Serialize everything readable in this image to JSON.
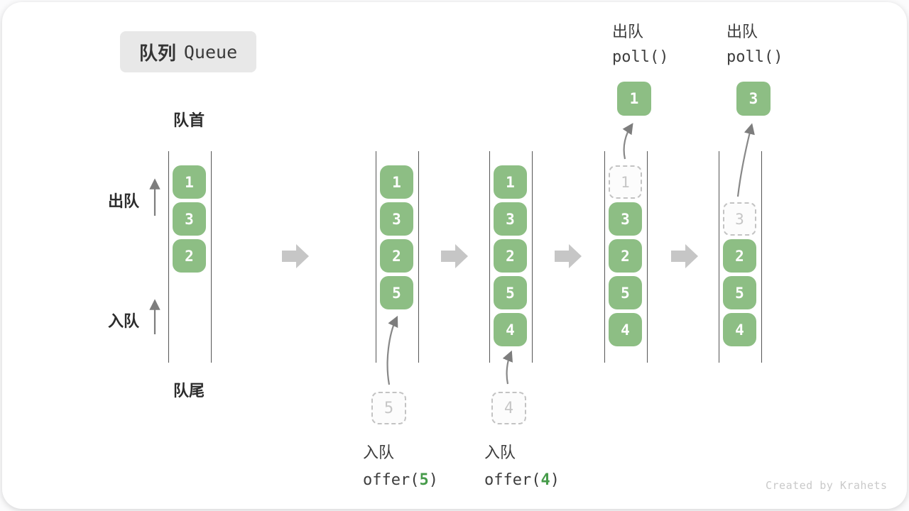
{
  "title": {
    "zh": "队列",
    "en": "Queue"
  },
  "labels": {
    "queue_head": "队首",
    "queue_tail": "队尾",
    "dequeue": "出队",
    "enqueue": "入队"
  },
  "colors": {
    "element_green": "#8dbe84",
    "accent_green": "#469b4a",
    "block_arrow_gray": "#c6c6c6",
    "thin_arrow_gray": "#7d7d7d"
  },
  "states": [
    {
      "cells": [
        "1",
        "3",
        "2"
      ]
    },
    {
      "cells": [
        "1",
        "3",
        "2",
        "5"
      ],
      "incoming": "5",
      "op": {
        "action": "入队",
        "code_pre": "offer(",
        "arg": "5",
        "code_post": ")"
      }
    },
    {
      "cells": [
        "1",
        "3",
        "2",
        "5",
        "4"
      ],
      "incoming": "4",
      "op": {
        "action": "入队",
        "code_pre": "offer(",
        "arg": "4",
        "code_post": ")"
      }
    },
    {
      "ghost": "1",
      "cells": [
        "3",
        "2",
        "5",
        "4"
      ],
      "popped": "1",
      "op": {
        "action": "出队",
        "code": "poll()"
      }
    },
    {
      "ghost": "3",
      "cells": [
        "2",
        "5",
        "4"
      ],
      "popped": "3",
      "op": {
        "action": "出队",
        "code": "poll()"
      }
    }
  ],
  "watermark": "Created by Krahets"
}
